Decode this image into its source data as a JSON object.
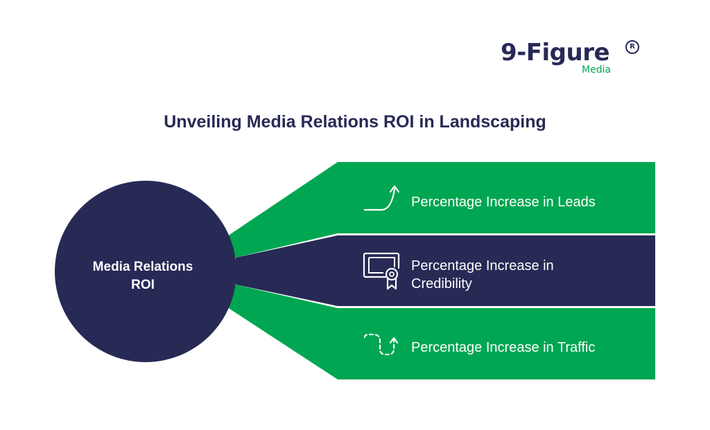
{
  "logo": {
    "main": "9-Figure",
    "sub": "Media",
    "reg_mark": "R"
  },
  "title": "Unveiling Media Relations ROI in Landscaping",
  "hub": {
    "label_line1": "Media Relations",
    "label_line2": "ROI"
  },
  "rows": [
    {
      "label_line1": "Percentage Increase in Leads",
      "label_line2": "",
      "icon": "growth-arrow-icon"
    },
    {
      "label_line1": "Percentage Increase in",
      "label_line2": "Credibility",
      "icon": "certificate-icon"
    },
    {
      "label_line1": "Percentage Increase in Traffic",
      "label_line2": "",
      "icon": "dashed-path-arrow-icon"
    }
  ],
  "colors": {
    "navy": "#272a55",
    "green": "#00a651",
    "white": "#ffffff"
  }
}
